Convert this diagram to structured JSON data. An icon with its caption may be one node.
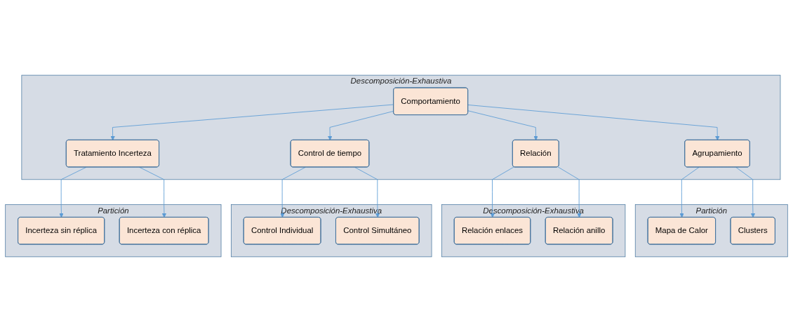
{
  "diagram": {
    "nodes": [
      {
        "text": [
          "Descomposición-Exhaustiva"
        ]
      },
      {
        "text": [
          "Comportamiento"
        ],
        "in": 0
      },
      {
        "text": [
          "Agrupamiento"
        ],
        "in": 0
      },
      {
        "text": [
          "Relación"
        ],
        "in": 0
      },
      {
        "text": [
          "Control de tiempo"
        ],
        "in": 0
      },
      {
        "text": [
          "Tratamiento Incerteza"
        ],
        "in": 0
      },
      {
        "text": [
          "Partición"
        ]
      },
      {
        "text": [
          "Mapa de Calor"
        ],
        "in": 6
      },
      {
        "text": [
          "Clusters"
        ],
        "in": 6
      },
      {
        "text": [
          "Descomposición-Exhaustiva"
        ]
      },
      {
        "text": [
          "Relación enlaces"
        ],
        "in": 9
      },
      {
        "text": [
          "Relación anillo"
        ],
        "in": 9
      },
      {
        "text": [
          "Descomposición-Exhaustiva"
        ]
      },
      {
        "text": [
          "Control Individual"
        ],
        "in": 12
      },
      {
        "text": [
          "Control Simultáneo"
        ],
        "in": 12
      },
      {
        "text": [
          "Partición"
        ]
      },
      {
        "text": [
          "Incerteza sin réplica"
        ],
        "in": 15
      },
      {
        "text": [
          "Incerteza con réplica"
        ],
        "in": 15
      }
    ],
    "edges": [
      {
        "from": 1,
        "to": 2,
        "arrow": "to"
      },
      {
        "from": 1,
        "to": 3,
        "arrow": "to"
      },
      {
        "from": 1,
        "to": 4,
        "arrow": "to"
      },
      {
        "from": 1,
        "to": 5,
        "arrow": "to"
      },
      {
        "from": 2,
        "to": 7,
        "arrow": "to"
      },
      {
        "from": 2,
        "to": 8,
        "arrow": "to"
      },
      {
        "from": 3,
        "to": 10,
        "arrow": "to"
      },
      {
        "from": 3,
        "to": 11,
        "arrow": "to"
      },
      {
        "from": 4,
        "to": 13,
        "arrow": "to"
      },
      {
        "from": 4,
        "to": 14,
        "arrow": "to"
      },
      {
        "from": 5,
        "to": 16,
        "arrow": "to"
      },
      {
        "from": 5,
        "to": 17,
        "arrow": "to"
      }
    ]
  }
}
